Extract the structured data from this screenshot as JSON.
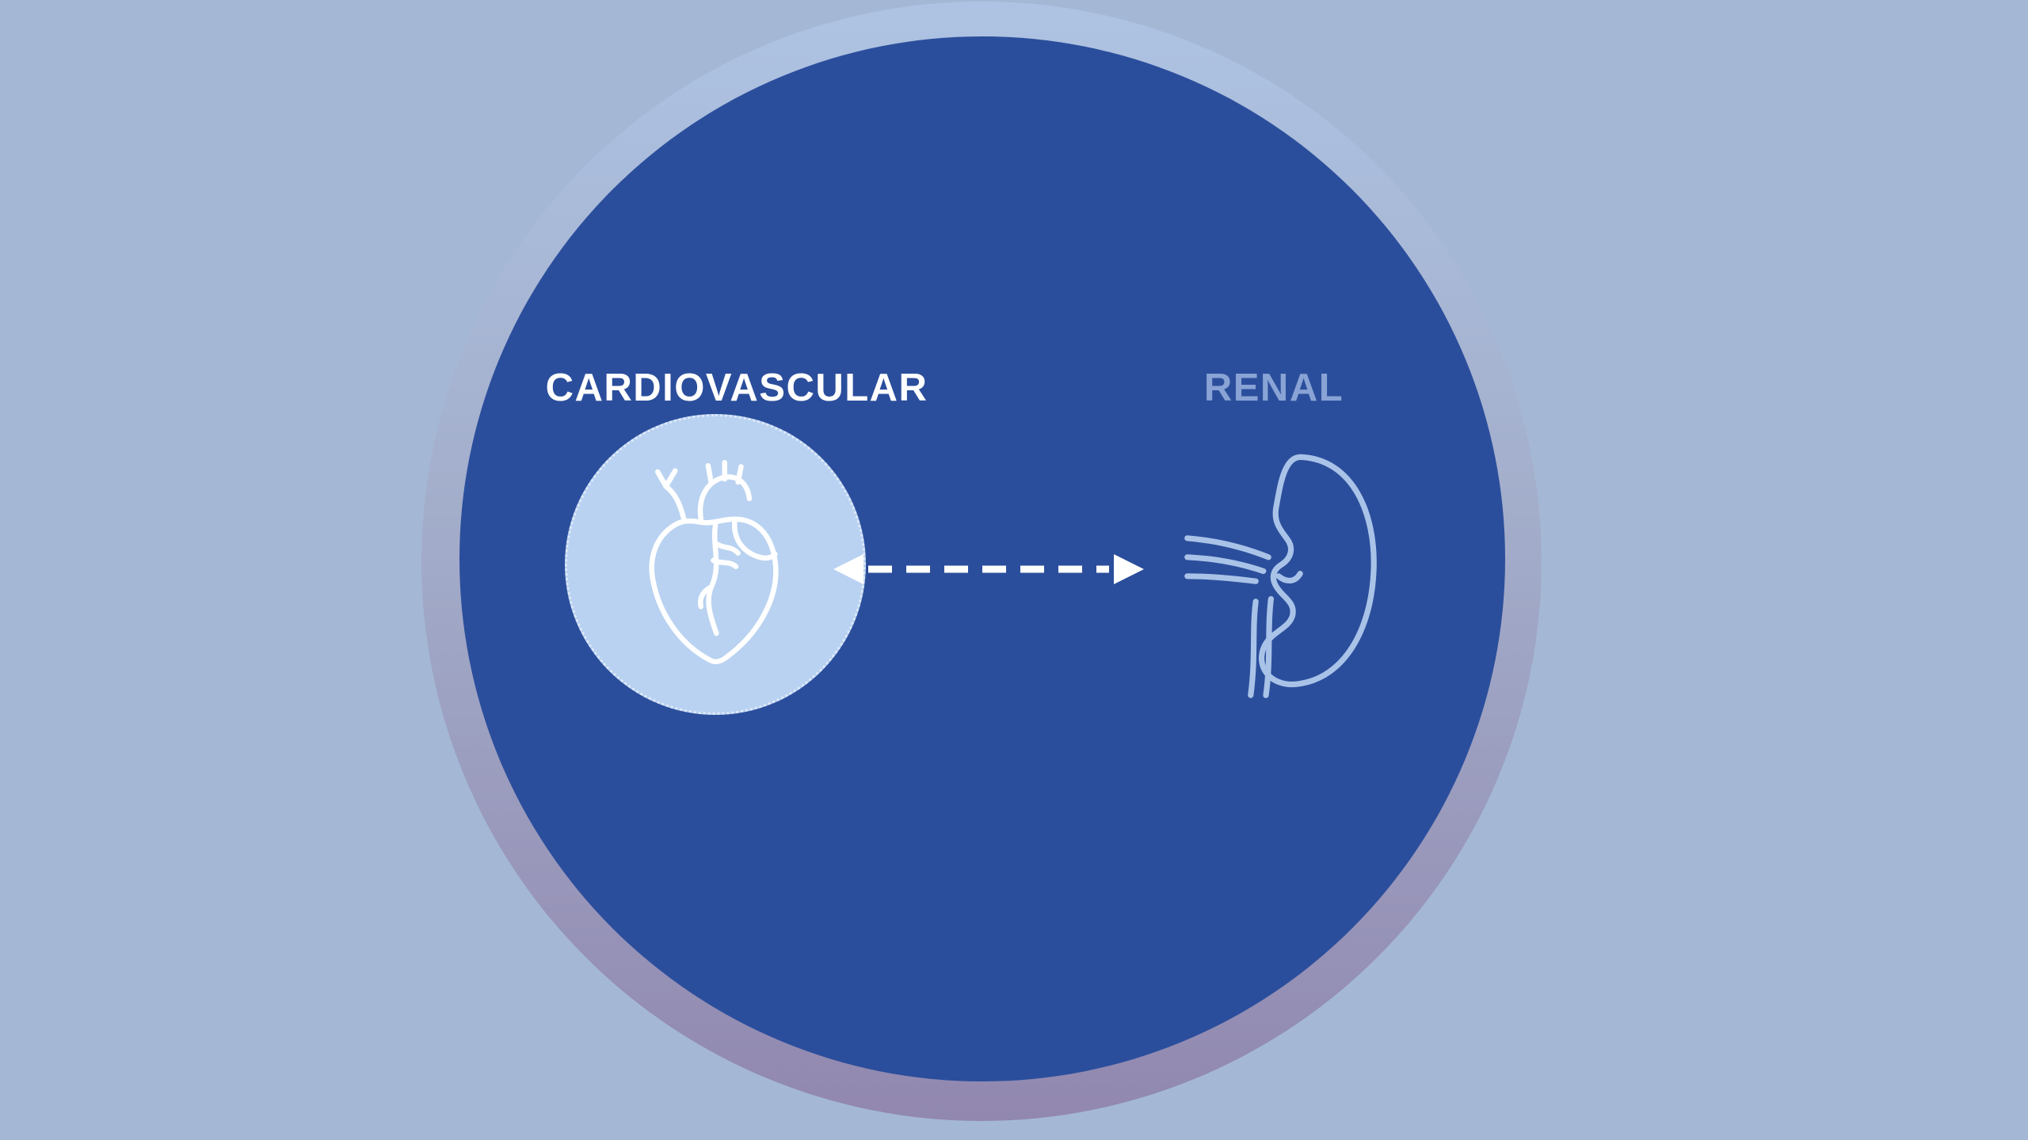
{
  "diagram": {
    "systems": [
      {
        "label": "CARDIOVASCULAR",
        "state": "highlighted",
        "icon": "heart-icon"
      },
      {
        "label": "RENAL",
        "state": "dimmed",
        "icon": "kidney-icon"
      }
    ],
    "connector": {
      "icon": "double-headed-dashed-arrow",
      "color": "#ffffff"
    },
    "colors": {
      "background": "#a4b8d6",
      "main_circle": "#2b4e9c",
      "ring_gradient_top": "#aec3e3",
      "ring_gradient_bottom": "#9187af",
      "heart_bubble": "#b9d2f1",
      "heart_outline": "#ffffff",
      "kidney_outline": "#a9c3e8",
      "cardio_label": "#ffffff",
      "renal_label": "#89a3d5"
    }
  }
}
